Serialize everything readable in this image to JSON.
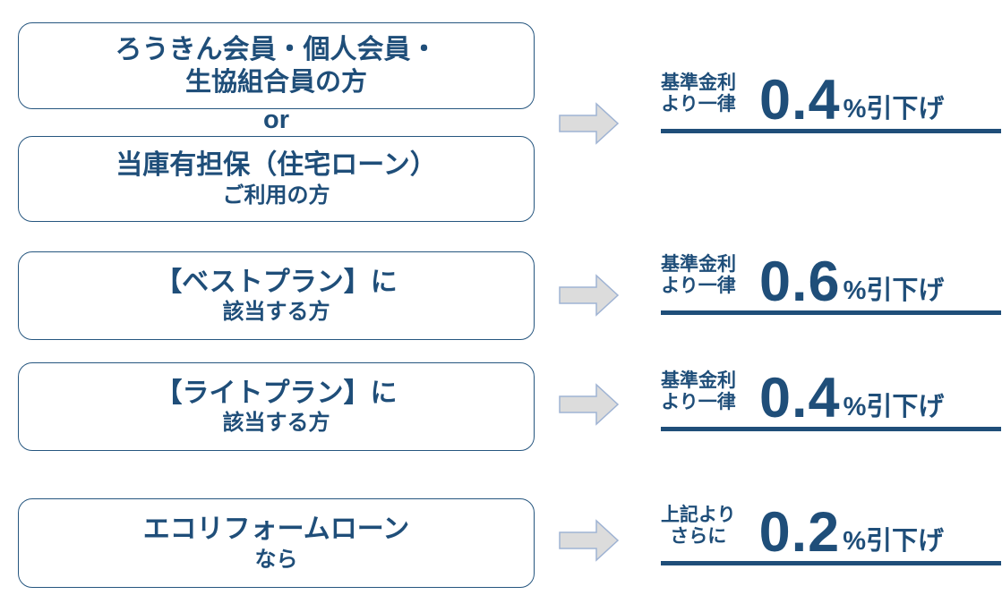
{
  "colors": {
    "text_navy": "#1F4E79",
    "box_border": "#26567F",
    "underline": "#1F4E79",
    "arrow_fill": "#DCDCDC",
    "arrow_border": "#9FB3D3",
    "page_bg": "#FFFFFF"
  },
  "rows": [
    {
      "boxes": [
        {
          "line1": "ろうきん会員・個人会員・",
          "line2": "生協組合員の方"
        },
        {
          "line1": "当庫有担保（住宅ローン）",
          "line2": "ご利用の方"
        }
      ],
      "connector": "or",
      "result": {
        "label_line1": "基準金利",
        "label_line2": "より一律",
        "value": "0.4",
        "suffix": "%引下げ"
      }
    },
    {
      "boxes": [
        {
          "line1": "【ベストプラン】に",
          "line2": "該当する方"
        }
      ],
      "result": {
        "label_line1": "基準金利",
        "label_line2": "より一律",
        "value": "0.6",
        "suffix": "%引下げ"
      }
    },
    {
      "boxes": [
        {
          "line1": "【ライトプラン】に",
          "line2": "該当する方"
        }
      ],
      "result": {
        "label_line1": "基準金利",
        "label_line2": "より一律",
        "value": "0.4",
        "suffix": "%引下げ"
      }
    },
    {
      "boxes": [
        {
          "line1": "エコリフォームローン",
          "line2": "なら"
        }
      ],
      "result": {
        "label_line1": "上記より",
        "label_line2": "さらに",
        "value": "0.2",
        "suffix": "%引下げ"
      }
    }
  ]
}
